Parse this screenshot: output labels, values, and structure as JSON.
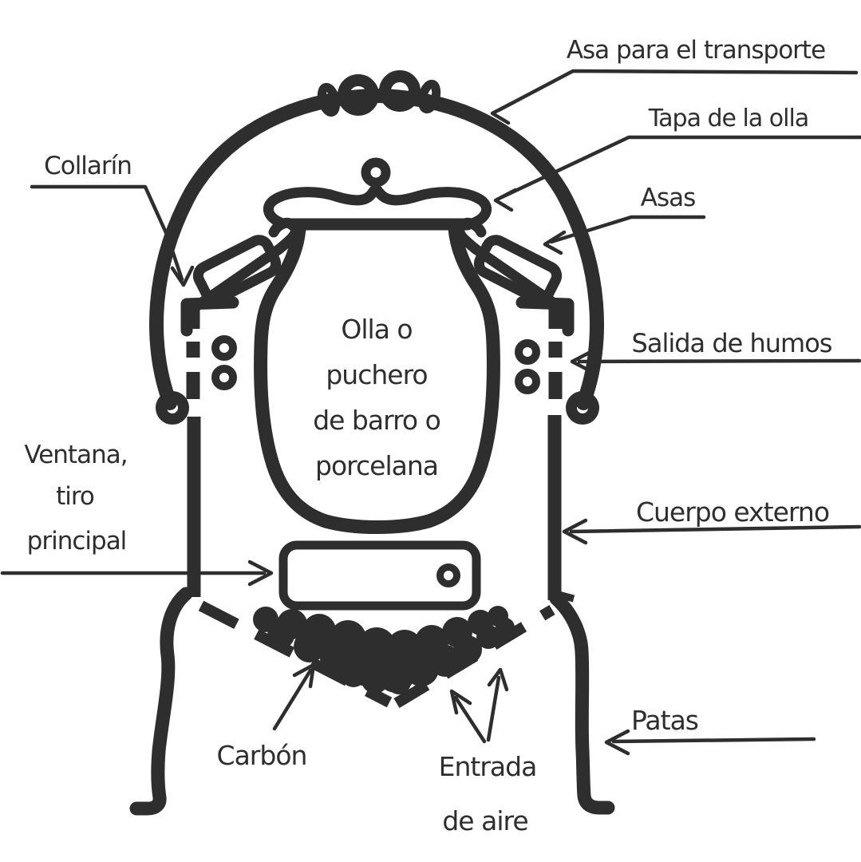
{
  "colors": {
    "ink": "#2e2e2e",
    "paper": "#ffffff"
  },
  "figure": {
    "type": "hand-drawn-stove-diagram",
    "pot_text": [
      "Olla o",
      "puchero",
      "de barro o",
      "porcelana"
    ]
  },
  "labels": {
    "asa_transporte": "Asa para el transporte",
    "tapa": "Tapa de la olla",
    "asas": "Asas",
    "salida": "Salida de humos",
    "cuerpo": "Cuerpo externo",
    "patas": "Patas",
    "collarin": "Collarín",
    "ventana": [
      "Ventana,",
      "tiro",
      "principal"
    ],
    "carbon": "Carbón",
    "entrada": [
      "Entrada",
      "de aire"
    ]
  }
}
